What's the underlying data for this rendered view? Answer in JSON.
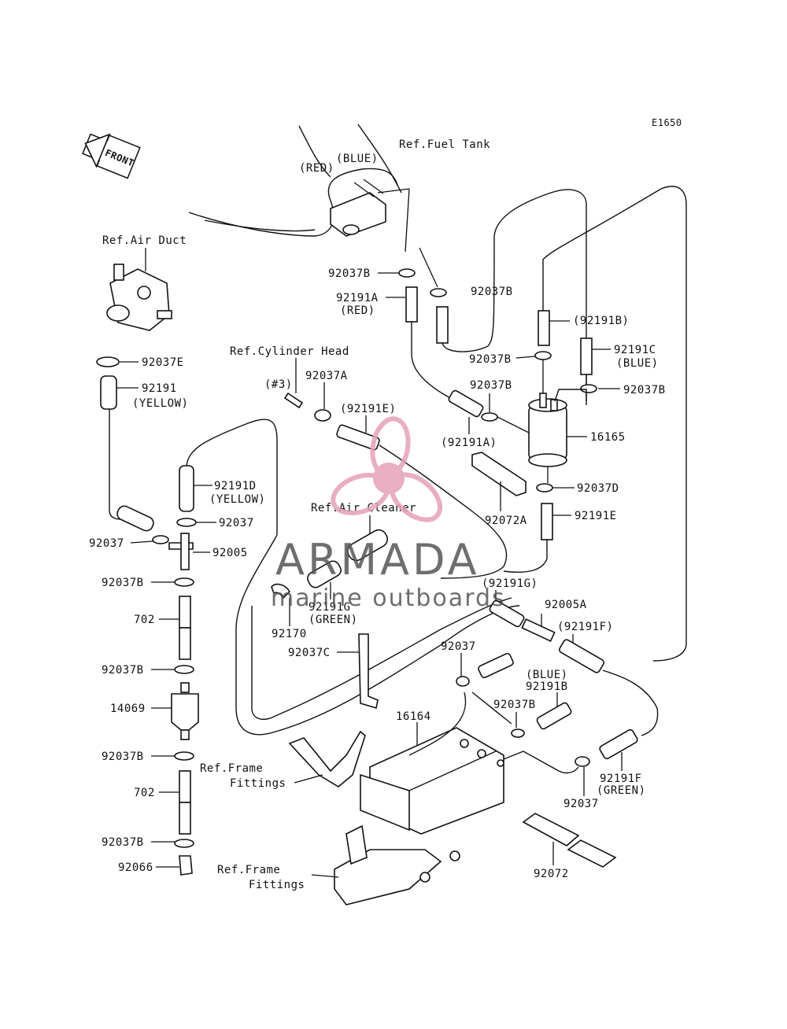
{
  "diagram_id": "E1650",
  "front_label": "FRONT",
  "refs": {
    "fuel_tank": "Ref.Fuel Tank",
    "air_duct": "Ref.Air Duct",
    "cylinder_head": "Ref.Cylinder Head",
    "air_cleaner": "Ref.Air Cleaner",
    "frame_fittings_1": "Ref.Frame",
    "frame_fittings_1b": "Fittings",
    "frame_fittings_2": "Ref.Frame",
    "frame_fittings_2b": "Fittings"
  },
  "colors": {
    "red": "(RED)",
    "blue": "(BLUE)"
  },
  "labels": {
    "p92037B_1": "92037B",
    "p92191A_1": "92191A",
    "p92191A_1_color": "(RED)",
    "p92037B_2": "92037B",
    "p92191B_1": "(92191B)",
    "p92191C": "92191C",
    "p92191C_color": "(BLUE)",
    "p92037B_3": "92037B",
    "p92037B_4": "92037B",
    "p92037B_5": "92037B",
    "p16165": "16165",
    "p92191A_2": "(92191A)",
    "p92037D": "92037D",
    "p92072A": "92072A",
    "p92191E_1": "92191E",
    "p92037E": "92037E",
    "p92191_yellow": "92191",
    "p92191_yellow_color": "(YELLOW)",
    "p3": "(#3)",
    "p92037A": "92037A",
    "p92191E_2": "(92191E)",
    "p92191D": "92191D",
    "p92191D_color": "(YELLOW)",
    "p92037_a": "92037",
    "p92037_b": "92037",
    "p92005": "92005",
    "p92037B_6": "92037B",
    "p702_1": "702",
    "p92037B_7": "92037B",
    "p14069": "14069",
    "p92037B_8": "92037B",
    "p702_2": "702",
    "p92037B_9": "92037B",
    "p92066": "92066",
    "p92191G_1": "(92191G)",
    "p92191G_2": "92191G",
    "p92191G_2_color": "(GREEN)",
    "p92005A": "92005A",
    "p92191F_1": "(92191F)",
    "p92170": "92170",
    "p92037C": "92037C",
    "p92037_c": "92037",
    "p92191B_2_color": "(BLUE)",
    "p92191B_2": "92191B",
    "p92037B_10": "92037B",
    "p16164": "16164",
    "p92191F_2": "92191F",
    "p92191F_2_color": "(GREEN)",
    "p92037_d": "92037",
    "p92072": "92072"
  },
  "watermark": {
    "brand": "ARMADA",
    "tagline": "marine outboards",
    "accent_color": "#e6a0b8"
  }
}
